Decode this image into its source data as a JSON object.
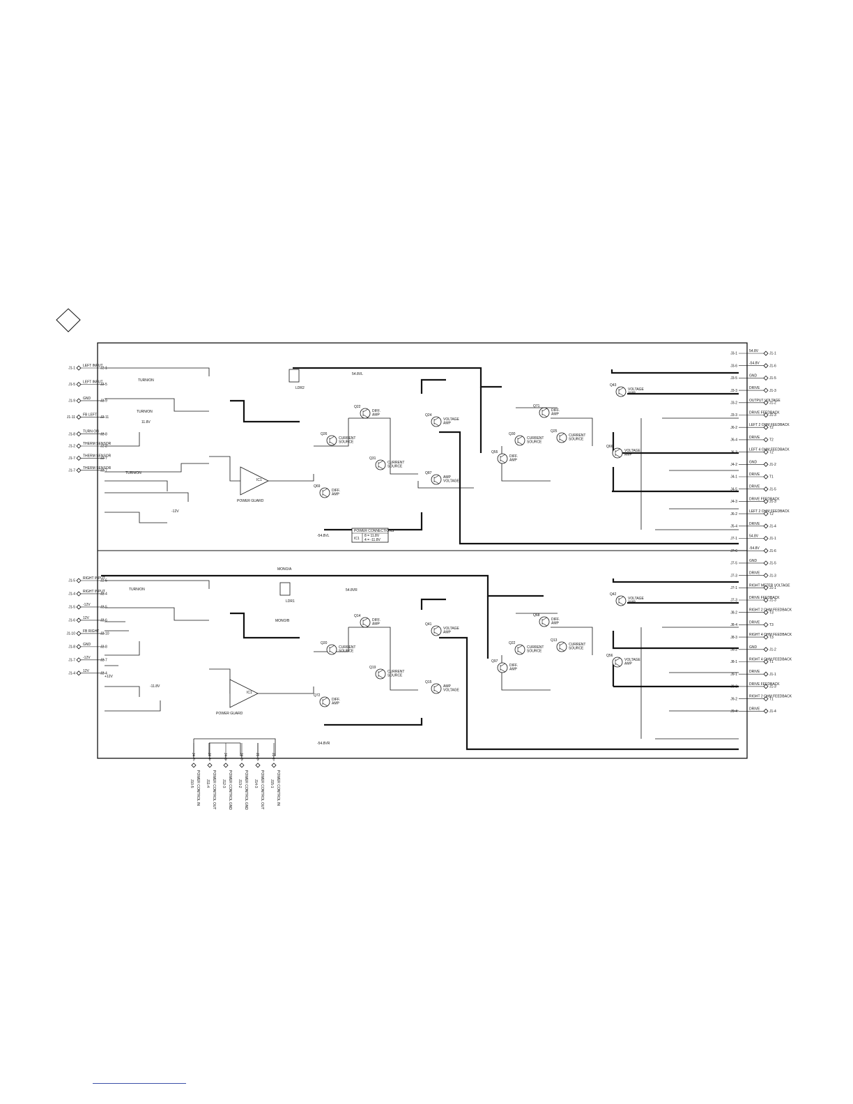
{
  "left_connectors": [
    {
      "pin": "J1-1",
      "label": "LEFT INPUT",
      "net": "J2-1"
    },
    {
      "pin": "J1-5",
      "label": "LEFT INPUT",
      "net": "J2-5"
    },
    {
      "pin": "J1-9",
      "label": "GND",
      "net": "J2-9"
    },
    {
      "pin": "J1-11",
      "label": "FB LEFT",
      "net": "J2-11"
    },
    {
      "pin": "J1-8",
      "label": "TURN ON",
      "net": "J2-8"
    },
    {
      "pin": "J1-2",
      "label": "THERM SENSOR",
      "net": "J2-2"
    },
    {
      "pin": "J1-7",
      "label": "THERM SENSOR",
      "net": "J2-7"
    },
    {
      "pin": "J1-7",
      "label": "THERM SENSOR",
      "net": "J2-7"
    },
    {
      "pin": "J1-5",
      "label": "RIGHT INPUT",
      "net": "J2-5"
    },
    {
      "pin": "J1-4",
      "label": "RIGHT INPUT",
      "net": "J2-4"
    },
    {
      "pin": "J1-5",
      "label": "-12V",
      "net": "J2-5"
    },
    {
      "pin": "J1-6",
      "label": "12V",
      "net": "J2-6"
    },
    {
      "pin": "J1-10",
      "label": "FB RIGHT",
      "net": "J2-10"
    },
    {
      "pin": "J1-8",
      "label": "GND",
      "net": "J2-8"
    },
    {
      "pin": "J1-7",
      "label": "-12V",
      "net": "J2-7"
    },
    {
      "pin": "J1-4",
      "label": "12V",
      "net": "J2-4"
    }
  ],
  "right_connectors": [
    {
      "pin": "J1-1",
      "label": "54.8V",
      "net": "J3-1"
    },
    {
      "pin": "J1-6",
      "label": "-54.8V",
      "net": "J3-6"
    },
    {
      "pin": "J1-5",
      "label": "GND",
      "net": "J3-5"
    },
    {
      "pin": "J1-3",
      "label": "DRIVE",
      "net": "J3-3"
    },
    {
      "pin": "J1-2",
      "label": "OUTPUT VOLTAGE",
      "net": "J3-2"
    },
    {
      "pin": "J1-3",
      "label": "DRIVE FEEDBACK",
      "net": "J3-3"
    },
    {
      "pin": "T2",
      "label": "LEFT 2 OHM FEEDBACK",
      "net": "J6-2"
    },
    {
      "pin": "T2",
      "label": "DRIVE",
      "net": "J6-4"
    },
    {
      "pin": "T2",
      "label": "LEFT 4 OHM FEEDBACK",
      "net": "J6-3"
    },
    {
      "pin": "J1-2",
      "label": "GND",
      "net": "J4-2"
    },
    {
      "pin": "T1",
      "label": "DRIVE",
      "net": "J4-1"
    },
    {
      "pin": "J1-5",
      "label": "DRIVE",
      "net": "J4-5"
    },
    {
      "pin": "J1-3",
      "label": "DRIVE FEEDBACK",
      "net": "J4-3"
    },
    {
      "pin": "T2",
      "label": "LEFT 2 OHM FEEDBACK",
      "net": "J6-2"
    },
    {
      "pin": "J1-4",
      "label": "DRIVE",
      "net": "J5-4"
    },
    {
      "pin": "J1-1",
      "label": "54.8V",
      "net": "J7-1"
    },
    {
      "pin": "J1-6",
      "label": "-54.8V",
      "net": "J7-6"
    },
    {
      "pin": "J1-5",
      "label": "GND",
      "net": "J7-5"
    },
    {
      "pin": "J1-3",
      "label": "DRIVE",
      "net": "J7-3"
    },
    {
      "pin": "J1-1",
      "label": "RIGHT METER VOLTAGE",
      "net": "J7-1"
    },
    {
      "pin": "J1-3",
      "label": "DRIVE FEEDBACK",
      "net": "J7-3"
    },
    {
      "pin": "T3",
      "label": "RIGHT 2 OHM FEEDBACK",
      "net": "J8-2"
    },
    {
      "pin": "T3",
      "label": "DRIVE",
      "net": "J8-4"
    },
    {
      "pin": "T3",
      "label": "RIGHT 4 OHM FEEDBACK",
      "net": "J8-3"
    },
    {
      "pin": "J1-2",
      "label": "GND",
      "net": "J8-2"
    },
    {
      "pin": "T1",
      "label": "RIGHT 4 OHM FEEDBACK",
      "net": "J8-1"
    },
    {
      "pin": "J1-1",
      "label": "DRIVE",
      "net": "J9-1"
    },
    {
      "pin": "J1-3",
      "label": "DRIVE FEEDBACK",
      "net": "J9-3"
    },
    {
      "pin": "T1",
      "label": "RIGHT 2 OHM FEEDBACK",
      "net": "J9-2"
    },
    {
      "pin": "J1-4",
      "label": "DRIVE",
      "net": "J9-4"
    }
  ],
  "bottom_connectors": [
    {
      "pin": "J10-5",
      "label": "POWER CONTROL IN",
      "net": "J4-7"
    },
    {
      "pin": "J11-4",
      "label": "POWER CONTROL OUT",
      "net": "J4-4"
    },
    {
      "pin": "J12-3",
      "label": "POWER CONTROL GND",
      "net": "J4-3"
    },
    {
      "pin": "J13-2",
      "label": "POWER CONTROL GND",
      "net": "J4-2"
    },
    {
      "pin": "J14-3",
      "label": "POWER CONTROL OUT",
      "net": "J1-2"
    },
    {
      "pin": "J15-1",
      "label": "POWER CONTROL IN",
      "net": "J1-1"
    }
  ],
  "blocks_left": [
    {
      "ref": "Q24",
      "label": "VOLTAGE AMP"
    },
    {
      "ref": "Q26",
      "label": "CURRENT SOURCE"
    },
    {
      "ref": "Q22",
      "label": "DIFF. AMP"
    },
    {
      "ref": "Q31",
      "label": "CURRENT SOURCE"
    },
    {
      "ref": "Q69",
      "label": "DIFF. AMP"
    },
    {
      "ref": "Q87",
      "label": "AMP VOLTAGE"
    },
    {
      "ref": "Q30",
      "label": "CURRENT SOURCE"
    },
    {
      "ref": "Q25",
      "label": "CURRENT SOURCE"
    },
    {
      "ref": "Q71",
      "label": "DIFF. AMP"
    },
    {
      "ref": "Q43",
      "label": "VOLTAGE AMP"
    },
    {
      "ref": "Q55",
      "label": "DIFF. AMP"
    },
    {
      "ref": "Q66",
      "label": "VOLTAGE AMP"
    }
  ],
  "blocks_right": [
    {
      "ref": "Q41",
      "label": "VOLTAGE AMP"
    },
    {
      "ref": "Q20",
      "label": "CURRENT SOURCE"
    },
    {
      "ref": "Q14",
      "label": "DIFF. AMP"
    },
    {
      "ref": "Q19",
      "label": "CURRENT SOURCE"
    },
    {
      "ref": "Q72",
      "label": "DIFF. AMP"
    },
    {
      "ref": "Q15",
      "label": "AMP VOLTAGE"
    },
    {
      "ref": "Q22",
      "label": "CURRENT SOURCE"
    },
    {
      "ref": "Q13",
      "label": "CURRENT SOURCE"
    },
    {
      "ref": "Q68",
      "label": "DIFF. AMP"
    },
    {
      "ref": "Q42",
      "label": "VOLTAGE AMP"
    },
    {
      "ref": "Q97",
      "label": "DIFF. AMP"
    },
    {
      "ref": "Q56",
      "label": "VOLTAGE AMP"
    }
  ],
  "ic_labels": {
    "top": "IC1",
    "bottom": "IC1",
    "guard_top": "POWER GUARD",
    "guard_bottom": "POWER GUARD"
  },
  "ldr_labels": {
    "top": "LDR2",
    "bottom": "LDR1"
  },
  "misc_labels": {
    "turn_on_a": "TURN/ON",
    "turn_on_b": "TURN/ON",
    "turn_on_c": "TURN/ON",
    "turn_on_d": "TURN/ON",
    "mono_a": "MONO/A",
    "mono_b": "MONO/B",
    "rail_pos": "54.8VL",
    "rail_neg": "-54.8VL",
    "rail_pos_r": "54.8VR",
    "rail_neg_r": "-54.8VR",
    "plus12": "+12V",
    "minus12": "-12V",
    "v118": "11.8V",
    "v118n": "-11.8V"
  },
  "power_table": {
    "title": "POWER CONNECTIONS",
    "col1": "IC1",
    "col2a": "8 = 11.8V",
    "col2b": "4 = -11.8V"
  },
  "colors": {
    "ink": "#111111",
    "footer_rule": "#3a4fa8"
  }
}
